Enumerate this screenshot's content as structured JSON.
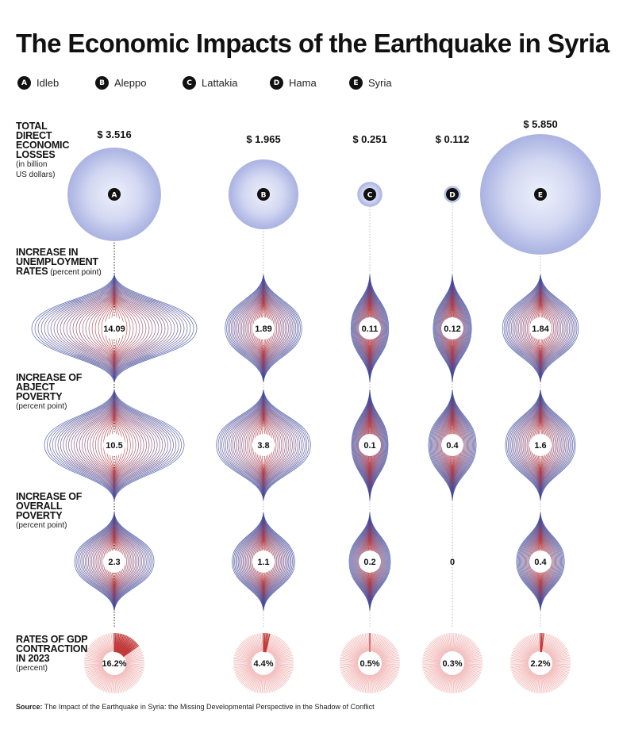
{
  "chart_data": {
    "type": "other",
    "title": "The Economic Impacts of the Earthquake in Syria",
    "regions": [
      {
        "key": "A",
        "name": "Idleb"
      },
      {
        "key": "B",
        "name": "Aleppo"
      },
      {
        "key": "C",
        "name": "Lattakia"
      },
      {
        "key": "D",
        "name": "Hama"
      },
      {
        "key": "E",
        "name": "Syria"
      }
    ],
    "metrics": {
      "losses": {
        "title": "TOTAL DIRECT ECONOMIC LOSSES",
        "unit": "(in billion US dollars)",
        "labels": [
          "$ 3.516",
          "$ 1.965",
          "$ 0.251",
          "$ 0.112",
          "$ 5.850"
        ],
        "values": [
          3.516,
          1.965,
          0.251,
          0.112,
          5.85
        ]
      },
      "unemployment": {
        "title": "INCREASE IN UNEMPLOYMENT RATES",
        "unit": "(percent point)",
        "labels": [
          "14.09",
          "1.89",
          "0.11",
          "0.12",
          "1.84"
        ],
        "values": [
          14.09,
          1.89,
          0.11,
          0.12,
          1.84
        ]
      },
      "abject_poverty": {
        "title": "INCREASE OF ABJECT POVERTY",
        "unit": "(percent point)",
        "labels": [
          "10.5",
          "3.8",
          "0.1",
          "0.4",
          "1.6"
        ],
        "values": [
          10.5,
          3.8,
          0.1,
          0.4,
          1.6
        ]
      },
      "overall_poverty": {
        "title": "INCREASE OF OVERALL POVERTY",
        "unit": "(percent point)",
        "labels": [
          "2.3",
          "1.1",
          "0.2",
          "0",
          "0.4"
        ],
        "values": [
          2.3,
          1.1,
          0.2,
          0,
          0.4
        ]
      },
      "gdp_contraction": {
        "title": "RATES OF GDP CONTRACTION IN 2023",
        "unit": "(percent)",
        "labels": [
          "16.2%",
          "4.4%",
          "0.5%",
          "0.3%",
          "2.2%"
        ],
        "values": [
          16.2,
          4.4,
          0.5,
          0.3,
          2.2
        ]
      }
    },
    "colors": {
      "blue": "#3a4aa0",
      "red": "#c23a3a",
      "bubble_inner": "#eef0fb",
      "bubble_outer": "#a9b2e2",
      "radial_light": "#f2b6b6"
    }
  },
  "row_labels": {
    "losses": {
      "lines": [
        "TOTAL",
        "DIRECT",
        "ECONOMIC",
        "LOSSES"
      ],
      "unit_lines": [
        "(in billion",
        "US dollars)"
      ]
    },
    "unemployment": {
      "lines": [
        "INCREASE IN",
        "UNEMPLOYMENT",
        "RATES"
      ],
      "inline_unit": " (percent point)"
    },
    "abject": {
      "lines": [
        "INCREASE OF",
        "ABJECT",
        "POVERTY"
      ],
      "unit_lines": [
        "(percent point)"
      ]
    },
    "overall": {
      "lines": [
        "INCREASE OF",
        "OVERALL",
        "POVERTY"
      ],
      "unit_lines": [
        "(percent point)"
      ]
    },
    "gdp": {
      "lines": [
        "RATES OF GDP",
        "CONTRACTION",
        "IN 2023"
      ],
      "unit_lines": [
        "(percent)"
      ]
    }
  },
  "source": {
    "label": "Source:",
    "text": "The Impact of the Earthquake in Syria: the Missing Developmental Perspective in the Shadow of Conflict"
  }
}
